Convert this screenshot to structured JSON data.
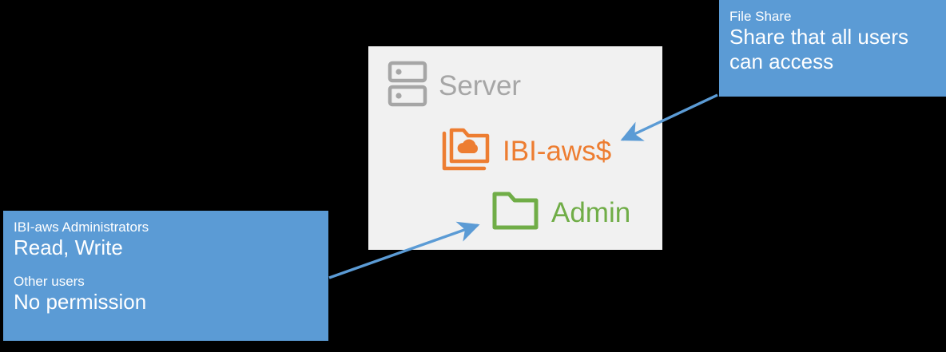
{
  "diagram": {
    "title_present": false,
    "background_color": "#000000",
    "panel_color": "#F1F1F1",
    "accent_blue": "#5B9BD5",
    "accent_orange": "#ED7D31",
    "accent_green": "#70AD47",
    "accent_gray": "#A6A6A6"
  },
  "server_panel": {
    "nodes": [
      {
        "icon": "server-icon",
        "label": "Server",
        "color": "#A6A6A6"
      },
      {
        "icon": "cloud-folder-icon",
        "label": "IBI-aws$",
        "color": "#ED7D31"
      },
      {
        "icon": "folder-icon",
        "label": "Admin",
        "color": "#70AD47"
      }
    ]
  },
  "callouts": {
    "file_share": {
      "heading": "File Share",
      "body_line1": "Share that all users",
      "body_line2": "can access"
    },
    "permissions": {
      "group1_heading": "IBI-aws Administrators",
      "group1_value": "Read, Write",
      "group2_heading": "Other users",
      "group2_value": "No permission"
    }
  },
  "arrows": [
    {
      "name": "arrow-fileshare-to-share",
      "from": "file-share-callout",
      "to": "IBI-aws$",
      "color": "#5B9BD5"
    },
    {
      "name": "arrow-permissions-to-admin",
      "from": "permissions-callout",
      "to": "Admin",
      "color": "#5B9BD5"
    }
  ]
}
